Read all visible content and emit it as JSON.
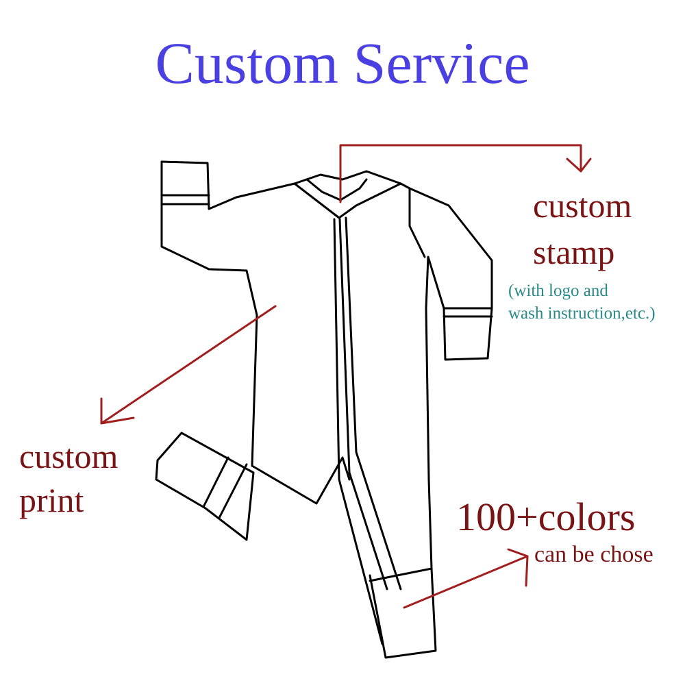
{
  "title": "Custom Service",
  "callouts": {
    "stamp": {
      "line1": "custom",
      "line2": "stamp",
      "note_line1": "(with logo and",
      "note_line2": "wash instruction,etc.)"
    },
    "print": {
      "line1": "custom",
      "line2": "print"
    },
    "colors": {
      "line1": "100+colors",
      "line2": "can be chose"
    }
  },
  "colors": {
    "title": "#4a3fe0",
    "label": "#7a1414",
    "note": "#2a8a88",
    "arrow": "#a01e1e",
    "outline": "#000000"
  },
  "icons": {
    "garment": "zip-sleepsuit-outline",
    "arrows": "callout-arrow"
  }
}
